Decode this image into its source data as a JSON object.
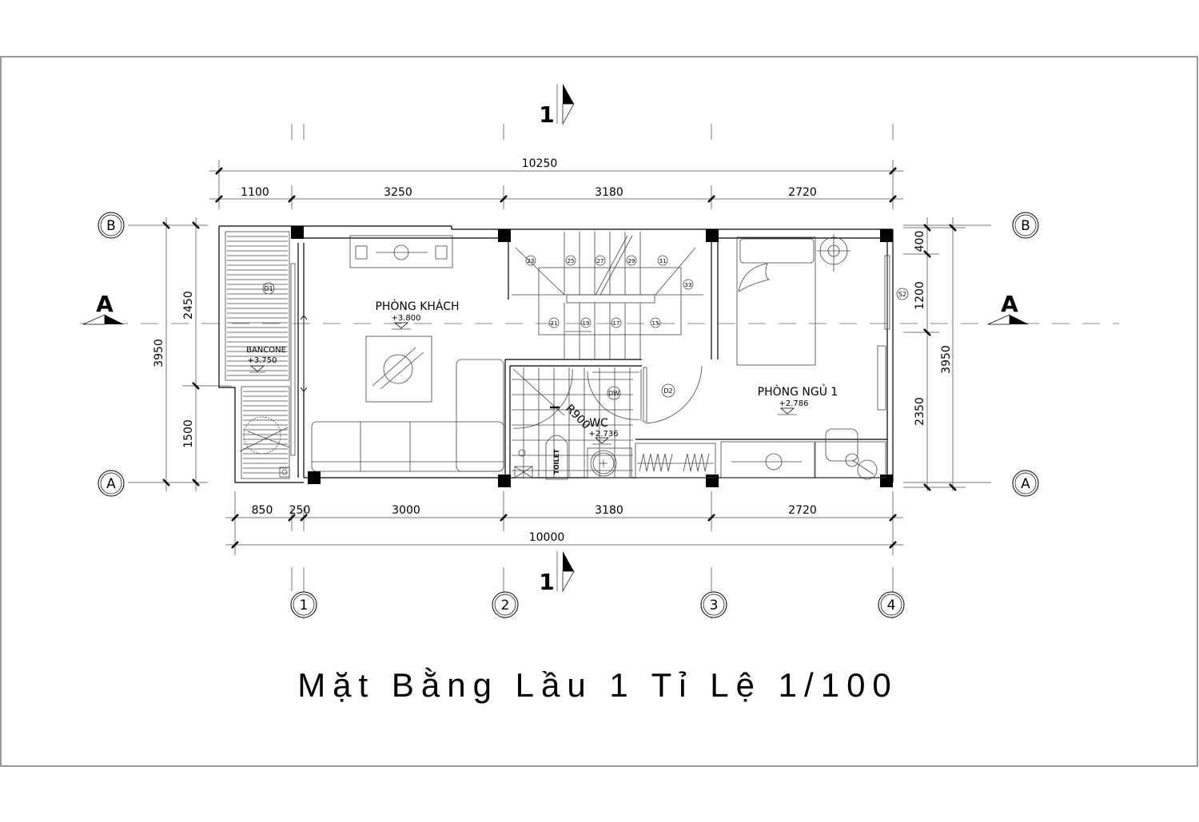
{
  "drawing": {
    "title": "Mặt Bằng Lầu 1 Tỉ Lệ  1/100",
    "section_marks": {
      "vertical_label": "1",
      "horizontal_label": "A"
    },
    "grid_axes": {
      "columns": [
        "1",
        "2",
        "3",
        "4"
      ],
      "rows": [
        "B",
        "A"
      ]
    },
    "dimensions": {
      "top_total": "10250",
      "top_segments": [
        "1100",
        "3250",
        "3180",
        "2720"
      ],
      "bottom_segments": [
        "850",
        "250",
        "3000",
        "3180",
        "2720"
      ],
      "bottom_total": "10000",
      "left_total": "3950",
      "left_segments": [
        "2450",
        "1500"
      ],
      "right_total": "3950",
      "right_segments": [
        "400",
        "1200",
        "2350"
      ]
    },
    "rooms": [
      {
        "name": "PHÒNG KHÁCH",
        "level": "+3.800"
      },
      {
        "name": "BANCONE",
        "level": "+3.750"
      },
      {
        "name": "WC",
        "level": "+2.736"
      },
      {
        "name": "PHÒNG NGỦ 1",
        "level": "+2.786"
      }
    ],
    "tags": {
      "door_d1": "D1",
      "door_d2": "D2",
      "window_s2": "S2",
      "dw": "DW",
      "radius": "R900",
      "toilet": "TOILET"
    },
    "stair_steps": [
      "23",
      "25",
      "27",
      "29",
      "31",
      "33",
      "21",
      "19",
      "17",
      "15"
    ]
  }
}
